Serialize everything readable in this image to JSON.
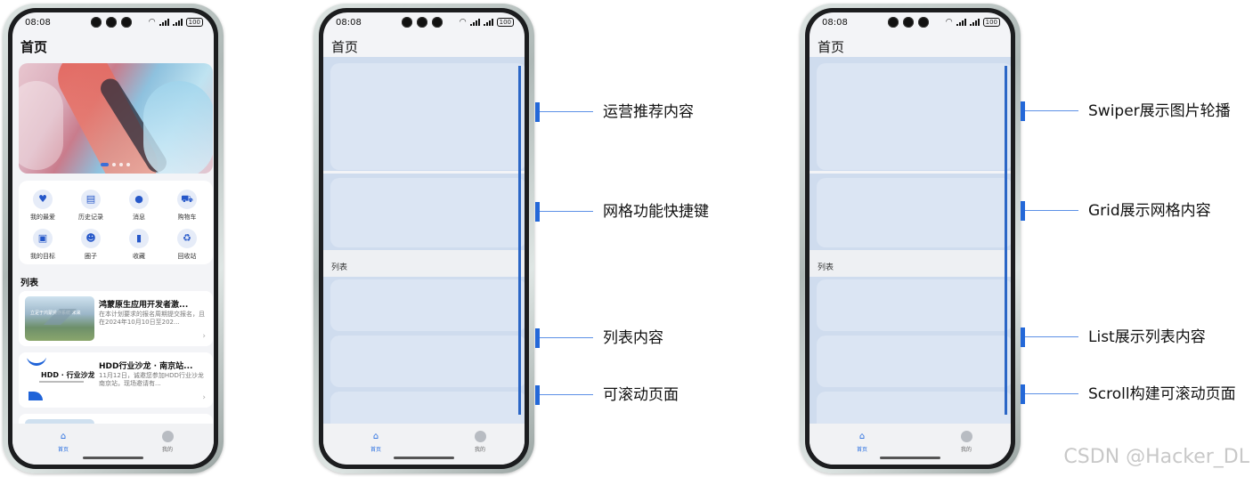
{
  "phones": [
    {
      "time": "08:08",
      "battery": "100",
      "title": "首页",
      "grid_items": [
        {
          "label": "我的最爱",
          "icon": "heart-icon"
        },
        {
          "label": "历史记录",
          "icon": "history-icon"
        },
        {
          "label": "消息",
          "icon": "message-icon"
        },
        {
          "label": "购物车",
          "icon": "cart-icon"
        },
        {
          "label": "我的目标",
          "icon": "target-icon"
        },
        {
          "label": "圈子",
          "icon": "circle-icon"
        },
        {
          "label": "收藏",
          "icon": "bookmark-icon"
        },
        {
          "label": "回收站",
          "icon": "recycle-icon"
        }
      ],
      "list_title": "列表",
      "cards": [
        {
          "title": "鸿蒙原生应用开发者激...",
          "desc": "在本计划要求的报名周期提交报名，且在2024年10月10日至202...",
          "thumb_text": "立足于鸿蒙操作系统 未来"
        },
        {
          "title": "HDD行业沙龙 · 南京站...",
          "desc": "11月12日，诚邀您参加HDD行业沙龙南京站，现场邀请有...",
          "thumb_text": "HDD · 行业沙龙"
        }
      ],
      "tabs": {
        "home": "首页",
        "me": "我的"
      }
    },
    {
      "time": "08:08",
      "battery": "100",
      "title": "首页",
      "list_title": "列表",
      "tabs": {
        "home": "首页",
        "me": "我的"
      }
    },
    {
      "time": "08:08",
      "battery": "100",
      "title": "首页",
      "list_title": "列表",
      "tabs": {
        "home": "首页",
        "me": "我的"
      }
    }
  ],
  "annotations_middle": [
    "运营推荐内容",
    "网格功能快捷键",
    "列表内容",
    "可滚动页面"
  ],
  "annotations_right": [
    "Swiper展示图片轮播",
    "Grid展示网格内容",
    "List展示列表内容",
    "Scroll构建可滚动页面"
  ],
  "watermark": "CSDN @Hacker_DL",
  "colors": {
    "accent": "#2468d8",
    "wireframe": "#dbe5f3",
    "wireframe_bg": "#cfdcee"
  }
}
